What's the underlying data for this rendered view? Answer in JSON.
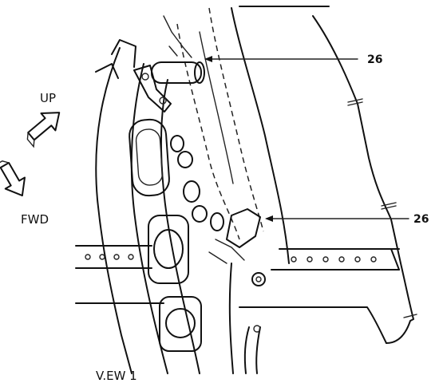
{
  "labels": {
    "up": "UP",
    "fwd": "FWD",
    "view_title": "V.EW 1"
  },
  "callouts": [
    {
      "id": "upper",
      "text": "26"
    },
    {
      "id": "lower",
      "text": "26"
    }
  ]
}
